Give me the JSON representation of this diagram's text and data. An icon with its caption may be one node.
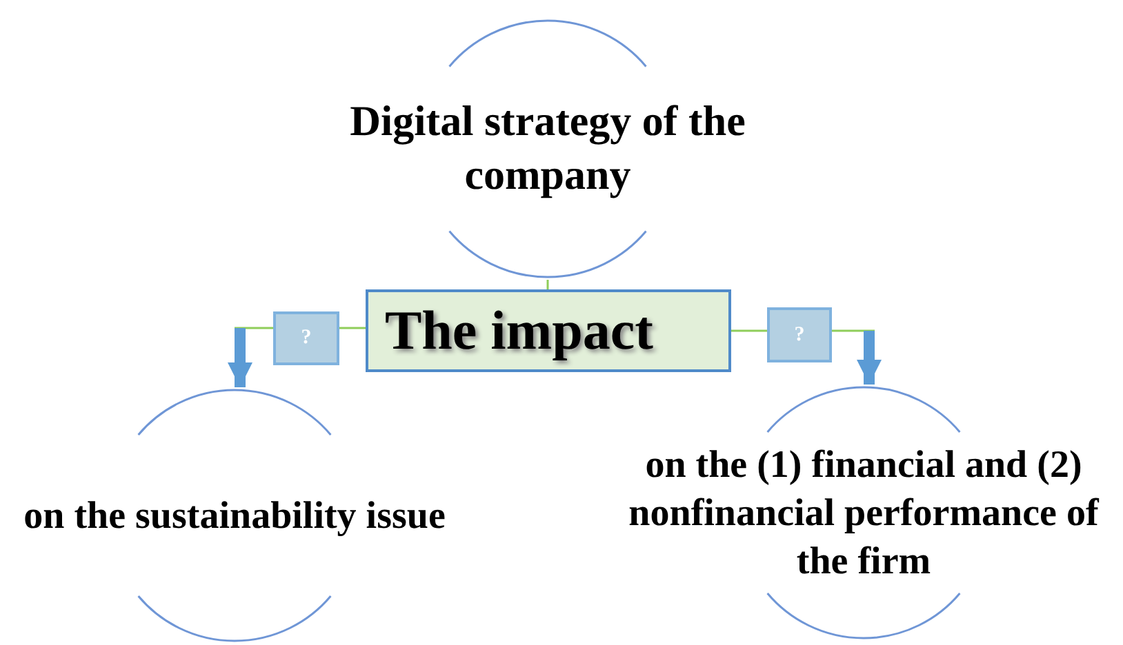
{
  "diagram": {
    "nodes": [
      {
        "text": [
          "Digital strategy of the company"
        ]
      },
      {
        "text": [
          "The impact"
        ]
      },
      {
        "text": [
          "?"
        ]
      },
      {
        "text": [
          "?"
        ]
      },
      {
        "text": [
          "on the sustainability issue"
        ]
      },
      {
        "text": [
          "on the (1) financial and (2) nonfinancial performance of the firm"
        ]
      }
    ],
    "edges": [
      {
        "from": 0,
        "to": 1,
        "arrow": "none"
      },
      {
        "from": 1,
        "to": 2,
        "arrow": "none"
      },
      {
        "from": 2,
        "to": 4,
        "arrow": "to",
        "style": "thick",
        "color": "#5b9bd5"
      },
      {
        "from": 1,
        "to": 3,
        "arrow": "none"
      },
      {
        "from": 3,
        "to": 5,
        "arrow": "to",
        "style": "thick",
        "color": "#5b9bd5"
      }
    ]
  }
}
